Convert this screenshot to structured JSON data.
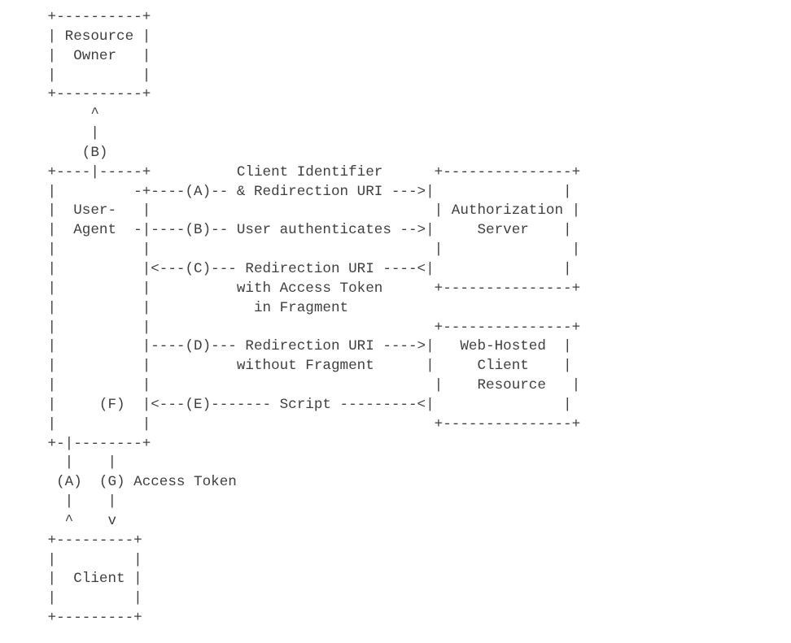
{
  "diagram_lines": [
    " +----------+",
    " | Resource |",
    " |  Owner   |",
    " |          |",
    " +----------+",
    "      ^",
    "      |",
    "     (B)",
    " +----|-----+          Client Identifier      +---------------+",
    " |         -+----(A)-- & Redirection URI --->|               |",
    " |  User-   |                                 | Authorization |",
    " |  Agent  -|----(B)-- User authenticates -->|     Server    |",
    " |          |                                 |               |",
    " |          |<---(C)--- Redirection URI ----<|               |",
    " |          |          with Access Token      +---------------+",
    " |          |            in Fragment",
    " |          |                                 +---------------+",
    " |          |----(D)--- Redirection URI ---->|   Web-Hosted  |",
    " |          |          without Fragment      |     Client    |",
    " |          |                                 |    Resource   |",
    " |     (F)  |<---(E)------- Script ---------<|               |",
    " |          |                                 +---------------+",
    " +-|--------+",
    "   |    |",
    "  (A)  (G) Access Token",
    "   |    |",
    "   ^    v",
    " +---------+",
    " |         |",
    " |  Client |",
    " |         |",
    " +---------+"
  ],
  "diagram_text_color": "#404040",
  "background_color": "#ffffff"
}
